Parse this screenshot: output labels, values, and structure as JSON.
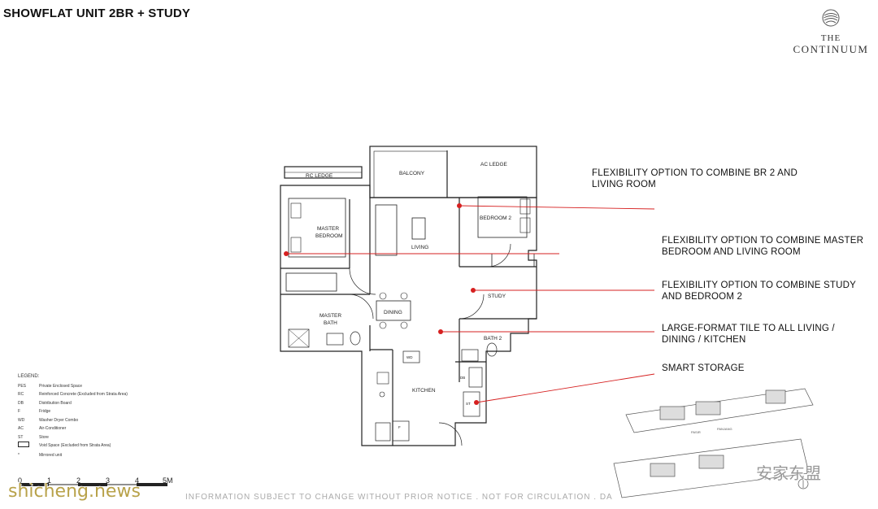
{
  "header": {
    "title": "SHOWFLAT UNIT 2BR + STUDY",
    "brand_line1": "THE",
    "brand_line2": "CONTINUUM"
  },
  "rooms": {
    "rc_ledge": "RC LEDGE",
    "balcony": "BALCONY",
    "ac_ledge": "AC LEDGE",
    "master_bedroom_1": "MASTER",
    "master_bedroom_2": "BEDROOM",
    "living": "LIVING",
    "bedroom2": "BEDROOM 2",
    "study": "STUDY",
    "dining": "DINING",
    "master_bath_1": "MASTER",
    "master_bath_2": "BATH",
    "bath2": "BATH 2",
    "kitchen": "KITCHEN",
    "wd": "WD",
    "db": "DB",
    "f": "F",
    "st": "ST"
  },
  "notes": [
    {
      "text": "FLEXIBILITY OPTION TO COMBINE BR 2 AND LIVING ROOM"
    },
    {
      "text": "FLEXIBILITY OPTION TO COMBINE MASTER BEDROOM AND LIVING ROOM"
    },
    {
      "text": "FLEXIBILITY OPTION TO COMBINE STUDY AND BEDROOM 2"
    },
    {
      "text": "LARGE-FORMAT TILE TO ALL LIVING / DINING / KITCHEN"
    },
    {
      "text": "SMART STORAGE"
    }
  ],
  "legend": {
    "heading": "LEGEND:",
    "items": [
      {
        "key": "PES",
        "desc": "Private Enclosed Space"
      },
      {
        "key": "RC",
        "desc": "Reinforced Concrete (Excluded from Strata Area)"
      },
      {
        "key": "DB",
        "desc": "Distribution Board"
      },
      {
        "key": "F",
        "desc": "Fridge"
      },
      {
        "key": "WD",
        "desc": "Washer Dryer Combo"
      },
      {
        "key": "AC",
        "desc": "Air-Conditioner"
      },
      {
        "key": "ST",
        "desc": "Store"
      },
      {
        "key": "",
        "desc": "Void Space (Excluded from Strata Area)"
      },
      {
        "key": "*",
        "desc": "Mirrored unit"
      }
    ]
  },
  "scale": {
    "ticks": [
      "0",
      "1",
      "2",
      "3",
      "4",
      "5M"
    ]
  },
  "footer": "INFORMATION SUBJECT TO CHANGE WITHOUT PRIOR NOTICE . NOT FOR CIRCULATION . DA",
  "watermarks": {
    "left": "shicheng.news",
    "right": "安家东盟"
  },
  "colors": {
    "marker": "#d62020",
    "walls": "#222222",
    "text": "#111111"
  }
}
